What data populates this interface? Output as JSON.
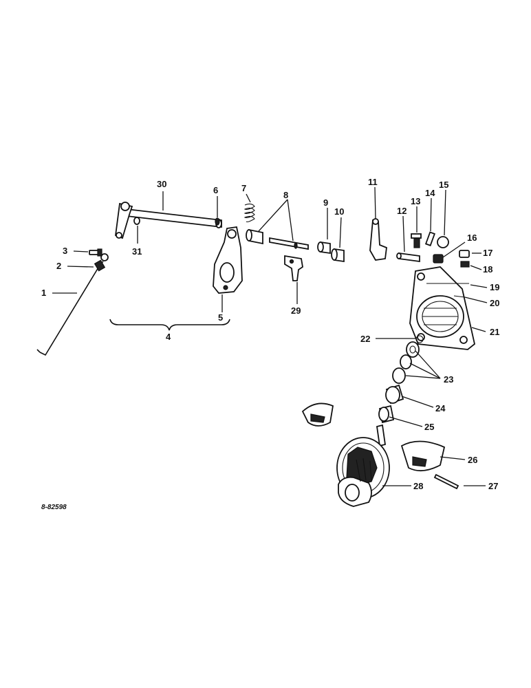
{
  "figure_ref": "8-82598",
  "callouts": [
    "1",
    "2",
    "3",
    "4",
    "5",
    "6",
    "7",
    "8",
    "9",
    "10",
    "11",
    "12",
    "13",
    "14",
    "15",
    "16",
    "17",
    "18",
    "19",
    "20",
    "21",
    "22",
    "23",
    "24",
    "25",
    "26",
    "27",
    "28",
    "29",
    "30",
    "31"
  ]
}
